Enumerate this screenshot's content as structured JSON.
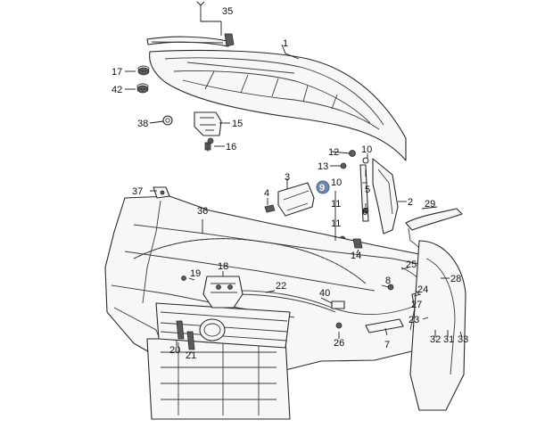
{
  "callouts": [
    {
      "key": "c35",
      "label": "35"
    },
    {
      "key": "c1",
      "label": "1"
    },
    {
      "key": "c17",
      "label": "17"
    },
    {
      "key": "c42",
      "label": "42"
    },
    {
      "key": "c38",
      "label": "38"
    },
    {
      "key": "c15",
      "label": "15"
    },
    {
      "key": "c16",
      "label": "16"
    },
    {
      "key": "c12",
      "label": "12"
    },
    {
      "key": "c10a",
      "label": "10"
    },
    {
      "key": "c13",
      "label": "13"
    },
    {
      "key": "c5",
      "label": "5"
    },
    {
      "key": "c3",
      "label": "3"
    },
    {
      "key": "c9",
      "label": "9"
    },
    {
      "key": "c10b",
      "label": "10"
    },
    {
      "key": "c2",
      "label": "2"
    },
    {
      "key": "c37",
      "label": "37"
    },
    {
      "key": "c4",
      "label": "4"
    },
    {
      "key": "c11a",
      "label": "11"
    },
    {
      "key": "c29",
      "label": "29"
    },
    {
      "key": "c36",
      "label": "36"
    },
    {
      "key": "c6",
      "label": "6"
    },
    {
      "key": "c11b",
      "label": "11"
    },
    {
      "key": "c14",
      "label": "14"
    },
    {
      "key": "c25",
      "label": "25"
    },
    {
      "key": "c19",
      "label": "19"
    },
    {
      "key": "c18",
      "label": "18"
    },
    {
      "key": "c22",
      "label": "22"
    },
    {
      "key": "c40",
      "label": "40"
    },
    {
      "key": "c8",
      "label": "8"
    },
    {
      "key": "c28",
      "label": "28"
    },
    {
      "key": "c24",
      "label": "24"
    },
    {
      "key": "c27",
      "label": "27"
    },
    {
      "key": "c23",
      "label": "23"
    },
    {
      "key": "c26",
      "label": "26"
    },
    {
      "key": "c7",
      "label": "7"
    },
    {
      "key": "c32",
      "label": "32"
    },
    {
      "key": "c31",
      "label": "31"
    },
    {
      "key": "c33",
      "label": "33"
    },
    {
      "key": "c20",
      "label": "20"
    },
    {
      "key": "c21",
      "label": "21"
    }
  ],
  "highlighted_callout": "9",
  "colors": {
    "highlight": "#6f86b3",
    "line": "#2a2a2a",
    "background": "#ffffff"
  }
}
